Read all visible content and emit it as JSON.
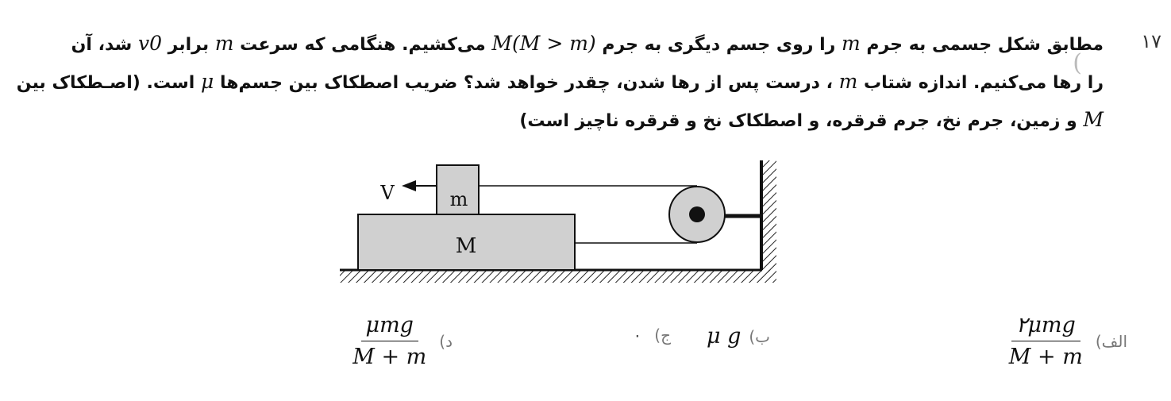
{
  "question": {
    "number": "۱۷",
    "decor": "(",
    "line1_a": "مطابق شکل جسمی به جرم",
    "line1_m": "m",
    "line1_b": "را روی جسم دیگری به جرم",
    "line1_cond": "M(M > m)",
    "line1_c": "می‌کشیم. هنگامی که سرعت",
    "line1_m2": "m",
    "line1_d": "برابر",
    "line1_v": "v0",
    "line1_e": "شد، آن",
    "line2_a": "را رها می‌کنیم. اندازه شتاب",
    "line2_m": "m",
    "line2_b": "، درست پس از رها شدن، چقدر خواهد شد؟ ضریب اصطکاک بین جسم‌ها",
    "line2_mu": "μ",
    "line2_c": "است. (اصـطکاک بین",
    "line3_M": "M",
    "line3_a": "و زمین، جرم نخ، جرم قرقره، و اصطکاک نخ و قرقره ناچیز است)"
  },
  "diagram": {
    "v_label": "V",
    "small_block": "m",
    "large_block": "M",
    "block_fill": "#d0d0d0"
  },
  "options": [
    {
      "label": "الف)",
      "num": "۲μmg",
      "den": "M + m"
    },
    {
      "label": "ب)",
      "expr": "μ g"
    },
    {
      "label": "ج)",
      "value": "۰"
    },
    {
      "label": "د)",
      "num": "μmg",
      "den": "M + m"
    }
  ]
}
